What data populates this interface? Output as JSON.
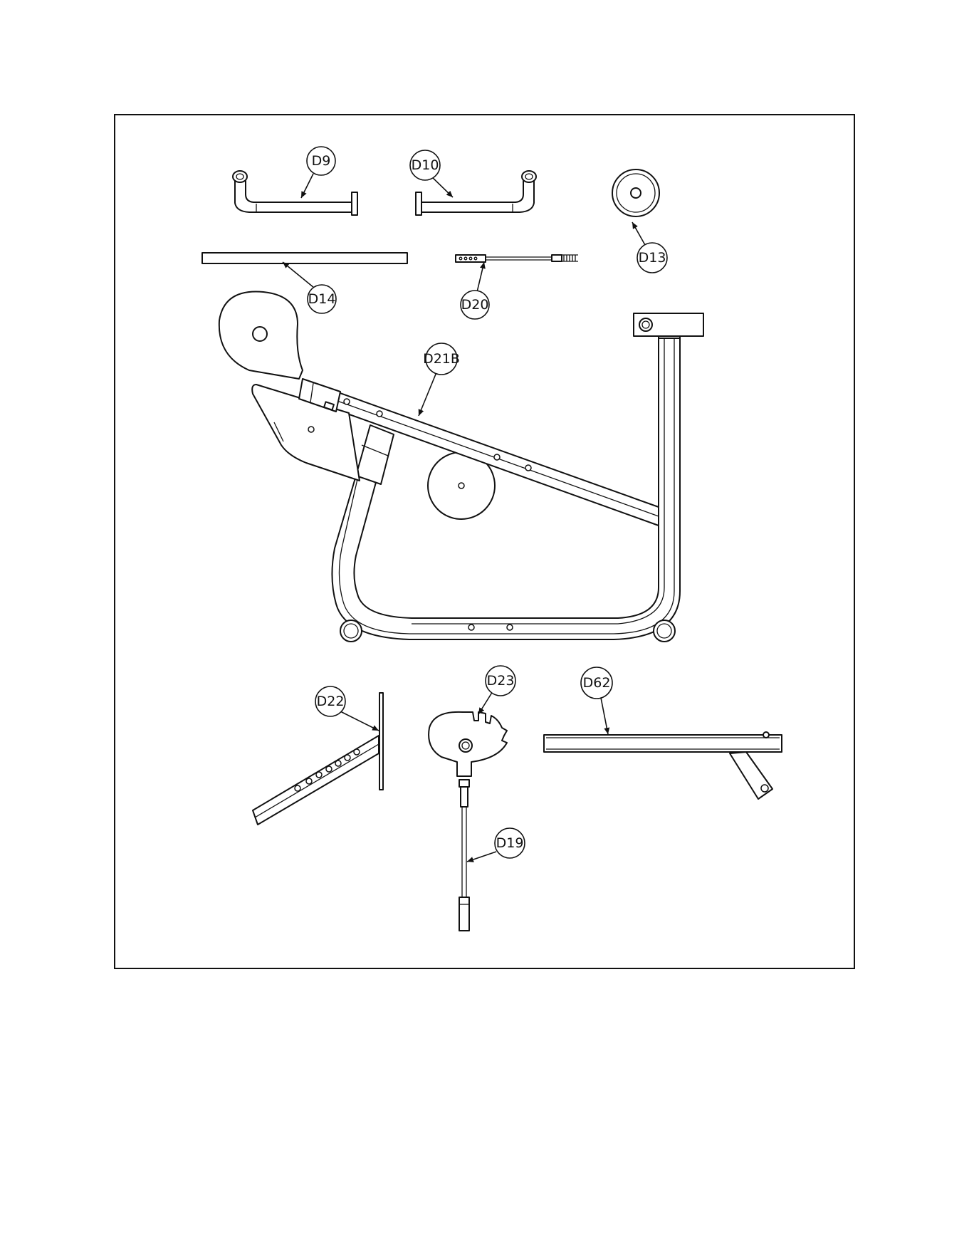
{
  "labels": {
    "d9": "D9",
    "d10": "D10",
    "d13": "D13",
    "d14": "D14",
    "d20": "D20",
    "d21b": "D21B",
    "d22": "D22",
    "d23": "D23",
    "d62": "D62",
    "d19": "D19"
  }
}
